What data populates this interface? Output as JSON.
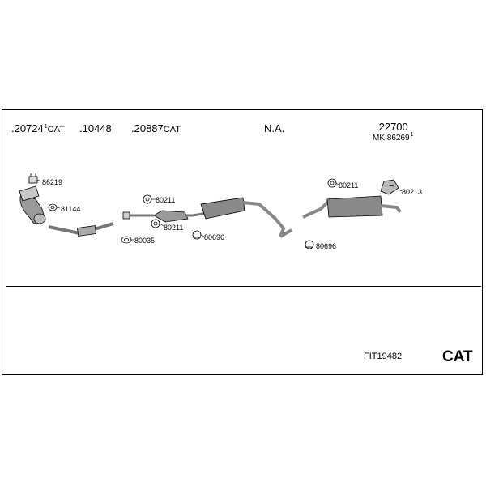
{
  "header_parts": [
    {
      "number": ".20724",
      "sup": "1",
      "suffix": "CAT"
    },
    {
      "number": ".10448",
      "sup": "",
      "suffix": ""
    },
    {
      "number": ".20887",
      "sup": "",
      "suffix": "CAT"
    },
    {
      "number": "N.A.",
      "sup": "",
      "suffix": ""
    },
    {
      "number": ".22700",
      "sup": "",
      "suffix": ""
    }
  ],
  "mk_label": {
    "text": "MK 86269",
    "sup": "1"
  },
  "part_labels": {
    "p86219": "86219",
    "p81144": "81144",
    "p80035": "80035",
    "p80211_a": "80211",
    "p80211_b": "80211",
    "p80696_a": "80696",
    "p80696_b": "80696",
    "p80211_c": "80211",
    "p80213": "80213"
  },
  "kit_code": "FIT19482",
  "kit_type": "CAT",
  "colors": {
    "line": "#000000",
    "part": "#8a8a8a",
    "part_light": "#c8c8c8",
    "background": "#ffffff"
  }
}
